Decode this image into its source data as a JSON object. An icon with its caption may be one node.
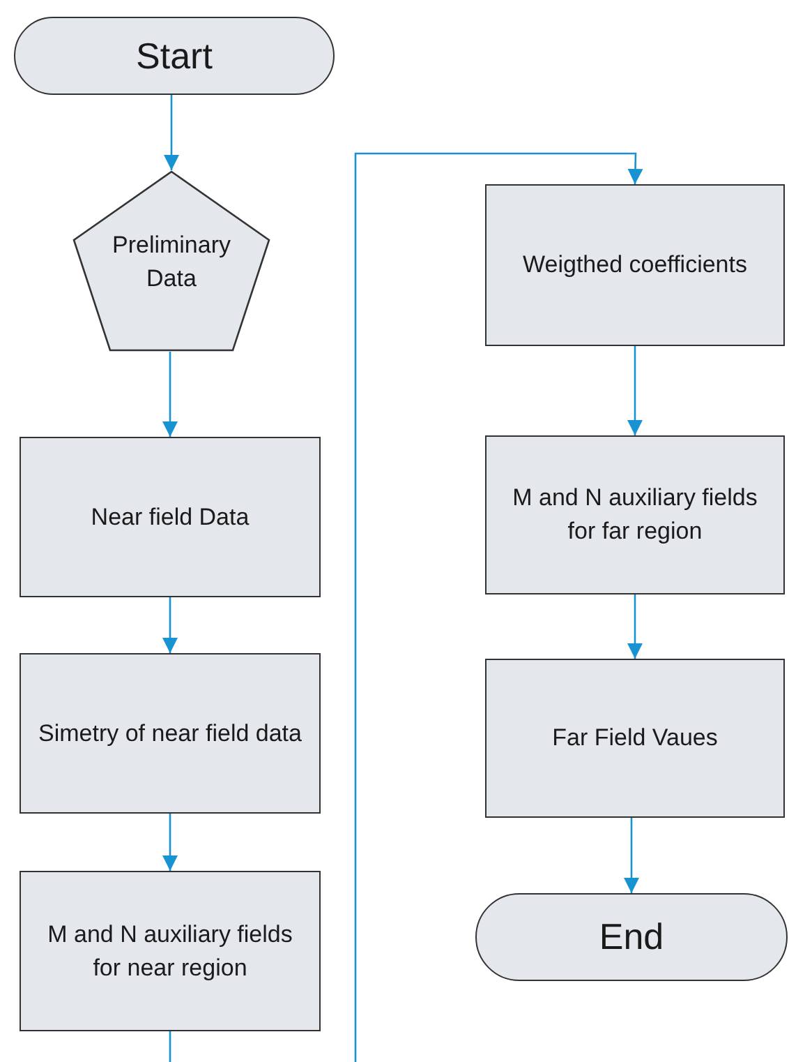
{
  "diagram": {
    "nodes": [
      {
        "text": [
          "Start"
        ]
      },
      {
        "text": [
          "Preliminary Data"
        ]
      },
      {
        "text": [
          "Near field Data"
        ]
      },
      {
        "text": [
          "Simetry of near field data"
        ]
      },
      {
        "text": [
          "M and N auxiliary fields for near region"
        ]
      },
      {
        "text": [
          "Weigthed coefficients"
        ]
      },
      {
        "text": [
          "M and N auxiliary fields for far region"
        ]
      },
      {
        "text": [
          "Far Field Vaues"
        ]
      },
      {
        "text": [
          "End"
        ]
      }
    ],
    "edges": [
      {
        "from": 0,
        "to": 1,
        "arrow": "to"
      },
      {
        "from": 1,
        "to": 2,
        "arrow": "to"
      },
      {
        "from": 2,
        "to": 3,
        "arrow": "to"
      },
      {
        "from": 3,
        "to": 4,
        "arrow": "to"
      },
      {
        "from": 4,
        "to": null,
        "arrow": "none"
      },
      {
        "from": null,
        "to": 5,
        "arrow": "to"
      },
      {
        "from": 5,
        "to": 6,
        "arrow": "to"
      },
      {
        "from": 6,
        "to": 7,
        "arrow": "to"
      },
      {
        "from": 7,
        "to": 8,
        "arrow": "to"
      }
    ]
  }
}
